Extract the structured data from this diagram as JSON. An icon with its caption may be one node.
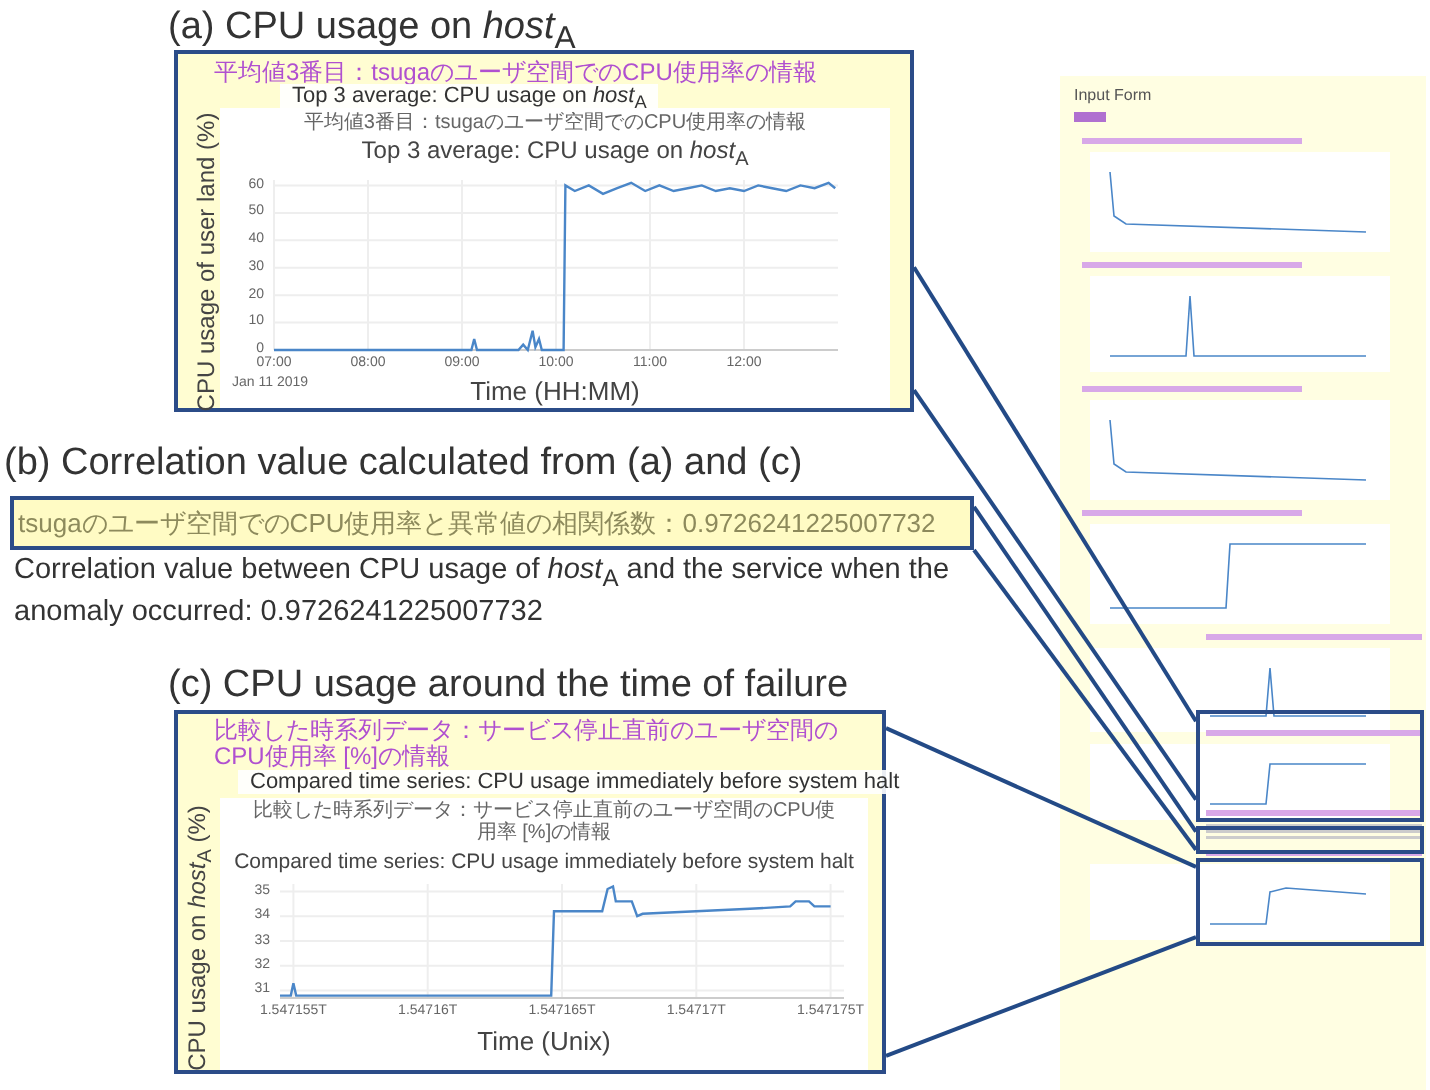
{
  "diagram": {
    "nodes": [
      {
        "text": [
          "(a) CPU usage on *host*$_{A}$",
          "平均値3番目：tsugaのユーザ空間でのCPU使用率の情報",
          "Top 3 average: CPU usage on *host*$_{A}$"
        ]
      },
      {
        "text": [
          "(b) Correlation value calculated from (a) and (c)",
          "tsugaのユーザ空間でのCPU使用率と異常値の相関係数：0.9726241225007732"
        ],
        "beside": [
          "Correlation value between CPU usage of *host*$_{A}$ and the service when the anomaly occurred: 0.9726241225007732"
        ]
      },
      {
        "text": [
          "(c) CPU usage around the time of failure",
          "比較した時系列データ：サービス停止直前のユーザ空間のCPU使用率 [%]の情報",
          "Compared time series: CPU usage immediately before system halt"
        ]
      },
      {
        "text": [
          "Input Form"
        ]
      },
      {
        "text": [],
        "shape": "box",
        "in": 3
      },
      {
        "text": [],
        "shape": "box",
        "in": 3
      },
      {
        "text": [],
        "shape": "box",
        "in": 3
      }
    ],
    "edges": [
      {
        "from": 0,
        "to": 4,
        "arrow": "none"
      },
      {
        "from": 0,
        "to": 4,
        "arrow": "none"
      },
      {
        "from": 1,
        "to": 5,
        "arrow": "none"
      },
      {
        "from": 1,
        "to": 5,
        "arrow": "none"
      },
      {
        "from": 2,
        "to": 6,
        "arrow": "none"
      },
      {
        "from": 2,
        "to": 6,
        "arrow": "none"
      }
    ],
    "labels": [
      "平均値3番目：tsugaのユーザ空間でのCPU使用率の情報",
      "Jan 11 2019",
      "比較した時系列データ：サービス停止直前のユーザ空間のCPU使用率 [%]の情報"
    ],
    "chart_data": [
      {
        "type": "line",
        "title": "Top 3 average: CPU usage on *host*$_{A}$",
        "xlabel": "Time (HH:MM)",
        "ylabel": "CPU usage of user land (%)",
        "x": [
          7,
          9.1,
          9.13,
          9.16,
          9.6,
          9.65,
          9.7,
          9.75,
          9.78,
          9.82,
          9.85,
          10.08,
          10.1,
          10.2,
          10.35,
          10.5,
          10.65,
          10.8,
          10.95,
          11.1,
          11.25,
          11.4,
          11.55,
          11.7,
          11.85,
          12,
          12.15,
          12.3,
          12.45,
          12.6,
          12.75,
          12.9,
          12.97
        ],
        "series": [
          {
            "color": "#4a86c8",
            "values": [
              0,
              0,
              4,
              0,
              0,
              2,
              0,
              7,
              1,
              4,
              0,
              0,
              60,
              58,
              60,
              57,
              59,
              61,
              58,
              60,
              58,
              59,
              60,
              58,
              59,
              58,
              60,
              59,
              58,
              60,
              59,
              61,
              59
            ]
          }
        ],
        "xlim": [
          7,
          13
        ],
        "ylim": [
          0,
          62
        ],
        "grid": true,
        "xticks": [
          {
            "value": 7,
            "label": "07:00"
          },
          {
            "value": 8,
            "label": "08:00"
          },
          {
            "value": 9,
            "label": "09:00"
          },
          {
            "value": 10,
            "label": "10:00"
          },
          {
            "value": 11,
            "label": "11:00"
          },
          {
            "value": 12,
            "label": "12:00"
          }
        ],
        "yticks": [
          0,
          10,
          20,
          30,
          40,
          50,
          60
        ]
      },
      {
        "type": "line",
        "title": "Compared time series: CPU usage immediately before system halt",
        "xlabel": "Time (Unix)",
        "ylabel": "CPU usage on *host*$_{A}$ (%)",
        "x": [
          1.5471545,
          1.5471549,
          1.547155,
          1.5471551,
          1.5471646,
          1.5471647,
          1.5471665,
          1.5471667,
          1.5471669,
          1.547167,
          1.5471676,
          1.5471678,
          1.547168,
          1.54717,
          1.547172,
          1.5471735,
          1.5471737,
          1.5471742,
          1.5471744,
          1.547175
        ],
        "series": [
          {
            "color": "#4a86c8",
            "values": [
              30.8,
              30.8,
              31.3,
              30.8,
              30.8,
              34.2,
              34.2,
              35.1,
              35.2,
              34.6,
              34.6,
              34.0,
              34.1,
              34.2,
              34.3,
              34.4,
              34.6,
              34.6,
              34.4,
              34.4
            ]
          }
        ],
        "grid": true,
        "xlim": [
          1.5471545,
          1.5471755
        ],
        "ylim": [
          30.7,
          35.3
        ],
        "xticks": [
          {
            "value": 1.547155,
            "label": "1.547155T"
          },
          {
            "value": 1.54716,
            "label": "1.54716T"
          },
          {
            "value": 1.547165,
            "label": "1.547165T"
          },
          {
            "value": 1.54717,
            "label": "1.54717T"
          },
          {
            "value": 1.547175,
            "label": "1.547175T"
          }
        ],
        "yticks": [
          31,
          32,
          33,
          34,
          35
        ]
      }
    ]
  }
}
